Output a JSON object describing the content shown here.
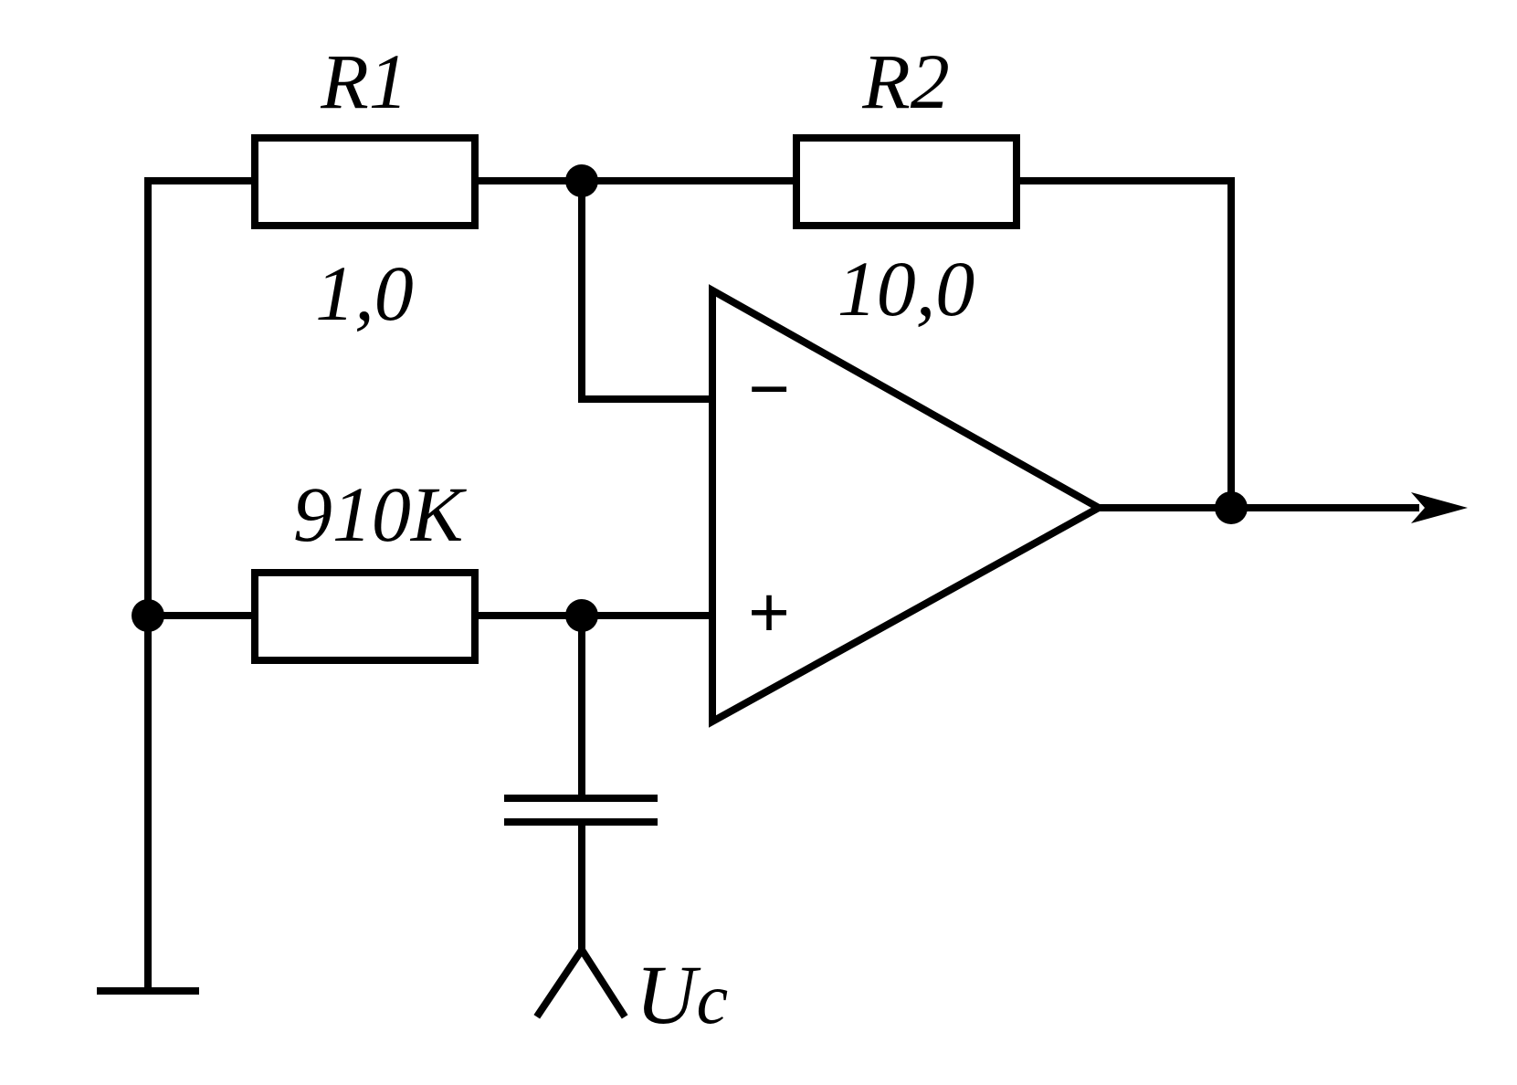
{
  "labels": {
    "r1_name": "R1",
    "r1_value": "1,0",
    "r2_name": "R2",
    "r2_value": "10,0",
    "r3_value": "910K",
    "input_label": "U",
    "input_subscript": "c",
    "minus_sign": "−",
    "plus_sign": "+"
  },
  "colors": {
    "stroke": "#000000",
    "background": "#ffffff"
  }
}
